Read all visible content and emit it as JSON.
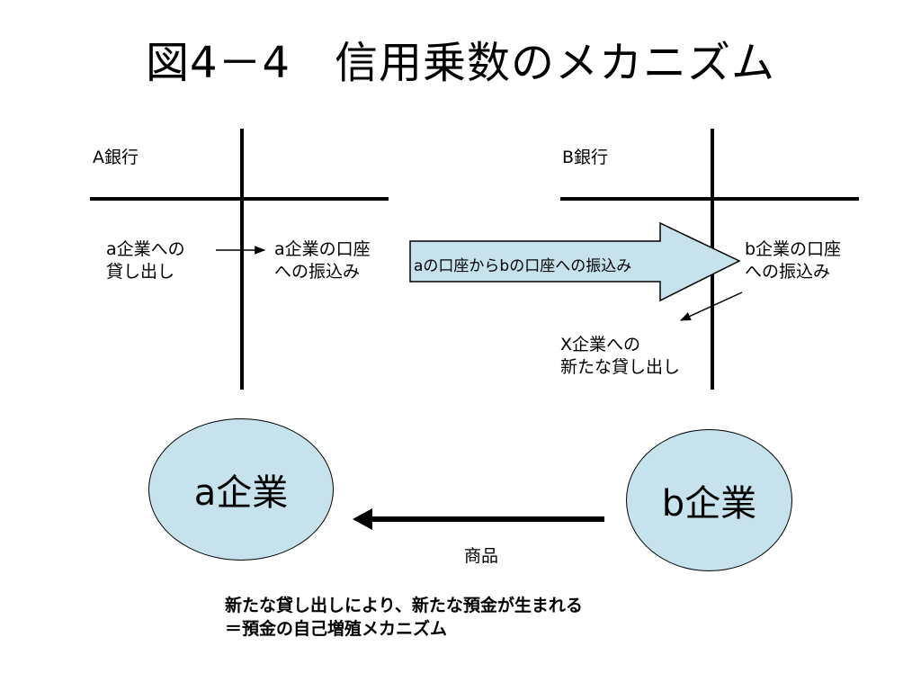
{
  "title": "図4－4　信用乗数のメカニズム",
  "bank_a": {
    "name": "A銀行",
    "left_entry": [
      "a企業への",
      "貸し出し"
    ],
    "right_entry": [
      "a企業の口座",
      "への振込み"
    ]
  },
  "bank_b": {
    "name": "B銀行",
    "right_entry": [
      "b企業の口座",
      "への振込み"
    ],
    "new_loan": [
      "X企業への",
      "新たな貸し出し"
    ]
  },
  "transfer_arrow": {
    "label": "aの口座からbの口座への振込み",
    "fill": "#c6e2ec"
  },
  "company_a": {
    "label": "a企業"
  },
  "company_b": {
    "label": "b企業"
  },
  "goods": {
    "label": "商品"
  },
  "conclusion": [
    "新たな貸し出しにより、新たな預金が生まれる",
    "＝預金の自己増殖メカニズム"
  ],
  "colors": {
    "circle_fill": "#c6e2ec",
    "line": "#000000"
  }
}
